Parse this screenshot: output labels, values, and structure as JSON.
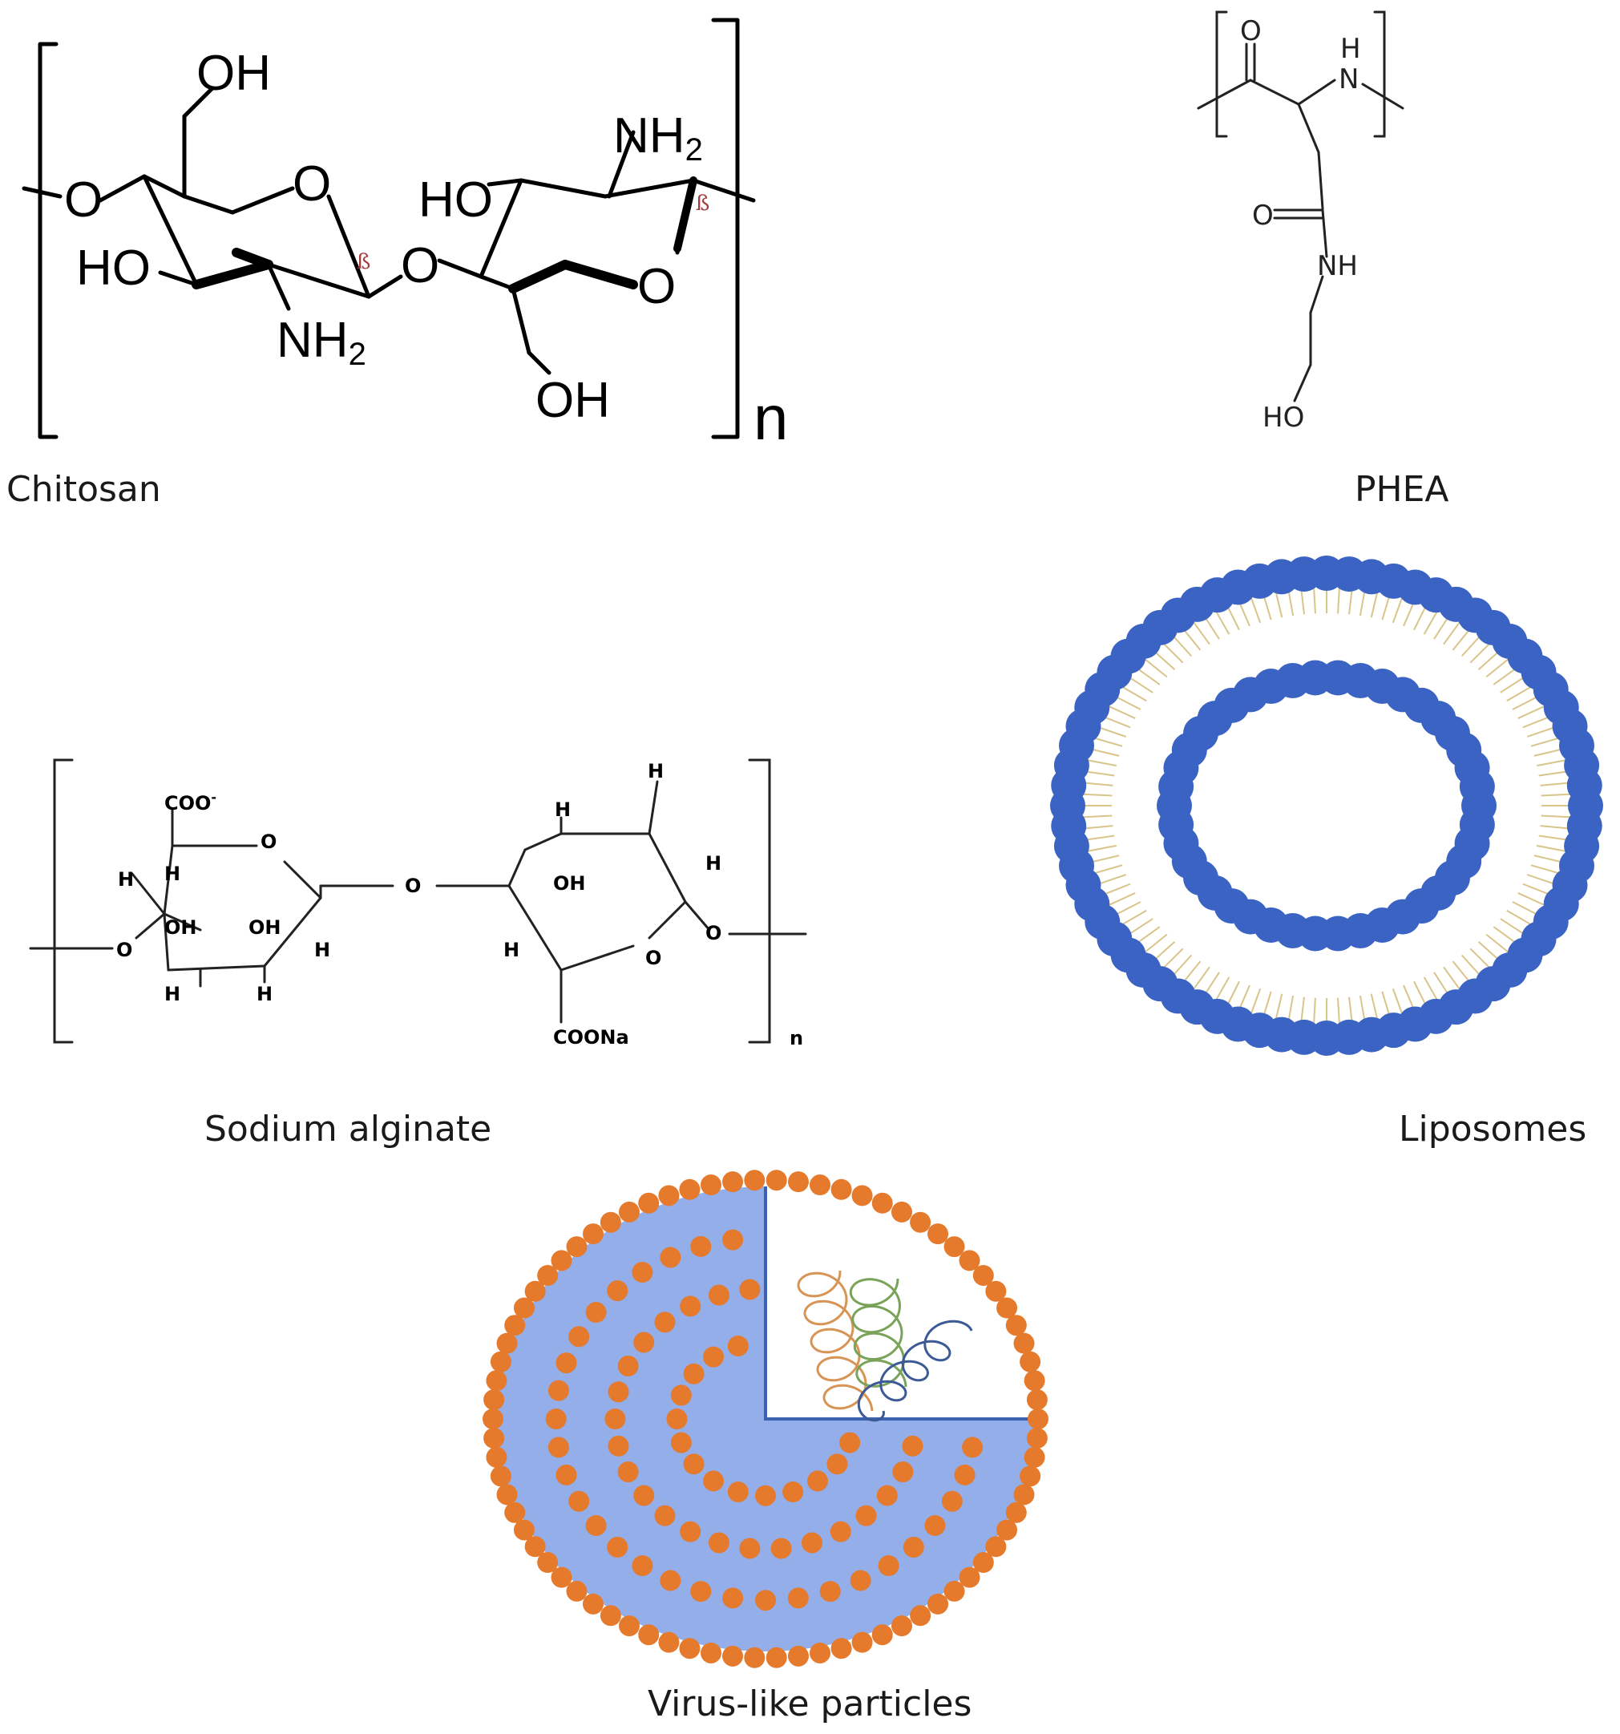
{
  "captions": {
    "chitosan": "Chitosan",
    "phea": "PHEA",
    "sodium_alginate": "Sodium alginate",
    "liposomes": "Liposomes",
    "vlp": "Virus-like particles"
  },
  "chitosan_labels": {
    "oh_top": "OH",
    "o_ring1": "O",
    "o_left": "O",
    "ho_left": "HO",
    "nh2_bottom": "NH",
    "nh2_bottom_sub": "2",
    "beta1": "ß",
    "o_link": "O",
    "ho_ring2": "HO",
    "nh2_top": "NH",
    "nh2_top_sub": "2",
    "beta2": "ß",
    "o_ring2": "O",
    "oh_bottom": "OH",
    "n": "n"
  },
  "phea_labels": {
    "o_top": "O",
    "h_top": "H",
    "n_top": "N",
    "o_mid": "O",
    "nh": "NH",
    "ho": "HO"
  },
  "alginate_labels": {
    "coo_minus": "COO",
    "minus": "-",
    "o_ring1": "O",
    "h1": "H",
    "h2": "H",
    "o_left": "O",
    "oh1": "OH",
    "oh2": "OH",
    "h3": "H",
    "h4": "H",
    "h5": "H",
    "o_link": "O",
    "h_top": "H",
    "h_ring2a": "H",
    "oh3": "OH",
    "h_ring2b": "H",
    "h_right": "H",
    "o_ring2": "O",
    "o_right": "O",
    "coona": "COONa",
    "n": "n"
  },
  "colors": {
    "lipid_head": "#3a63c4",
    "lipid_tail": "#d9c48a",
    "vlp_body": "#93aee8",
    "vlp_capsid": "#e57a2d",
    "vlp_edge": "#3b62b0",
    "rna_orange": "#d89455",
    "rna_green": "#7aa35a",
    "rna_blue": "#3c5a96"
  }
}
